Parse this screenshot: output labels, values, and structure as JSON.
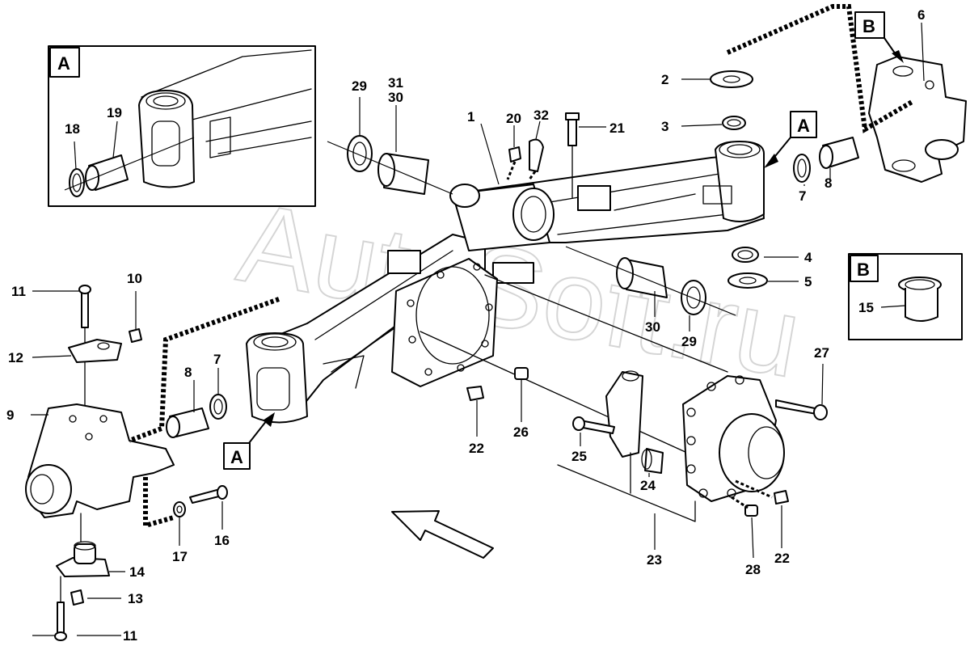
{
  "watermark": "AutoSoft.ru",
  "detail_boxes": {
    "a_box": "A",
    "b_box": "B"
  },
  "callouts": {
    "a_main_right": "A",
    "a_main_left": "A",
    "b_top": "B"
  },
  "labels": {
    "p1": "1",
    "p2": "2",
    "p3": "3",
    "p4": "4",
    "p5": "5",
    "p6": "6",
    "p7_right": "7",
    "p7_left": "7",
    "p8_right": "8",
    "p8_left": "8",
    "p9": "9",
    "p10": "10",
    "p11_top": "11",
    "p11_bottom": "11",
    "p12": "12",
    "p13": "13",
    "p14": "14",
    "p15": "15",
    "p16": "16",
    "p17": "17",
    "p18": "18",
    "p19": "19",
    "p20": "20",
    "p21": "21",
    "p22_center": "22",
    "p22_right": "22",
    "p23": "23",
    "p24": "24",
    "p25": "25",
    "p26": "26",
    "p27": "27",
    "p28": "28",
    "p29_top": "29",
    "p29_bottom": "29",
    "p30_top": "30",
    "p30_bottom": "30",
    "p31": "31",
    "p32": "32"
  }
}
